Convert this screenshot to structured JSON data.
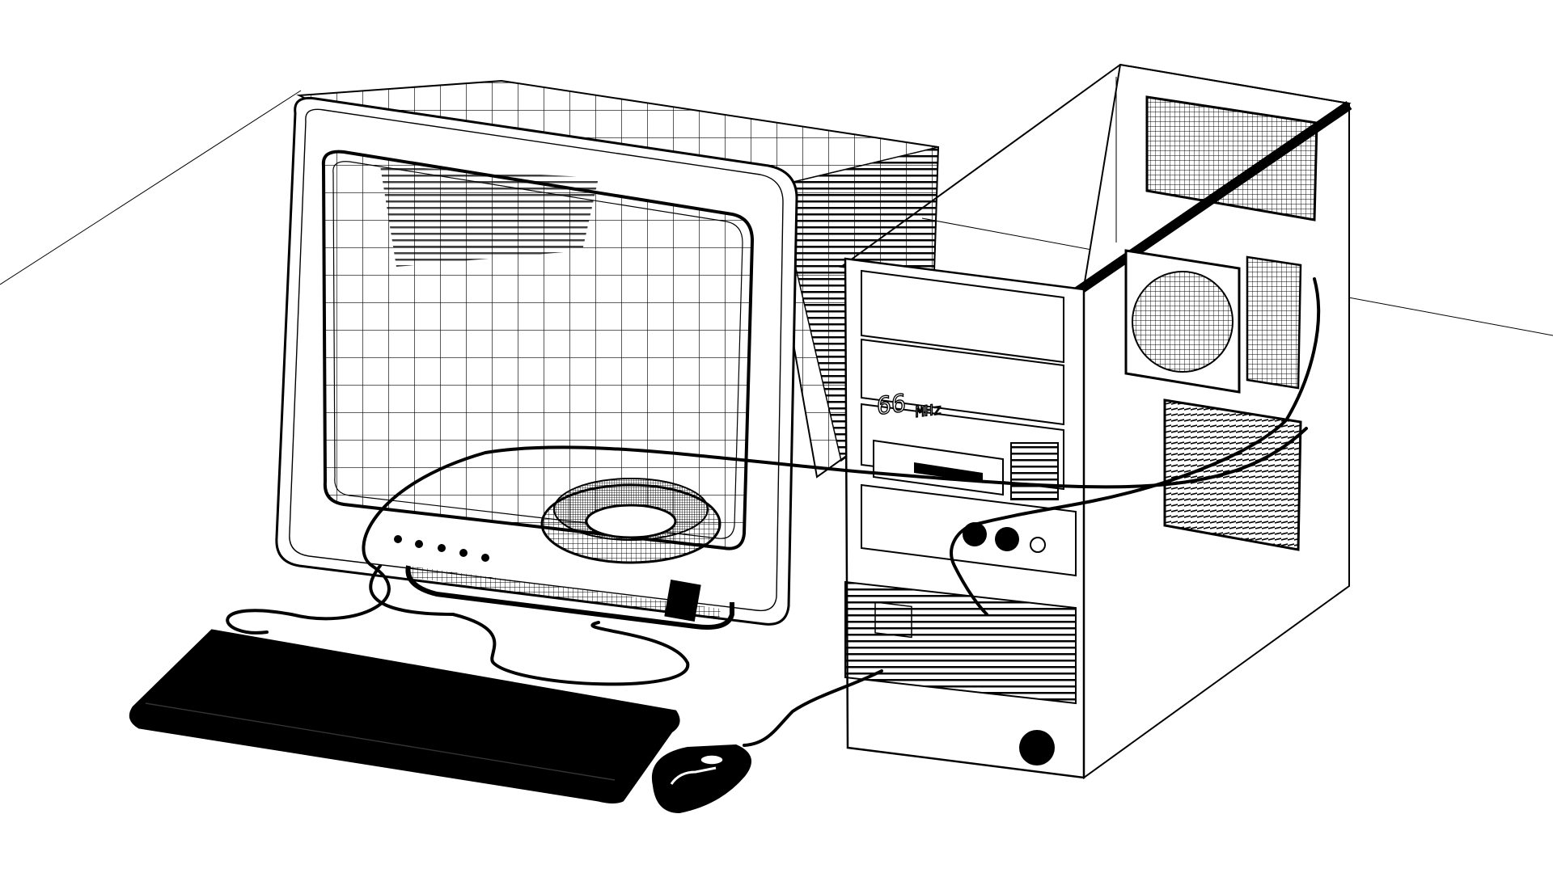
{
  "scene": {
    "objects": [
      "crt-monitor",
      "computer-tower",
      "keyboard",
      "mouse"
    ],
    "render_style": "wireframe",
    "colors": {
      "background": "#ffffff",
      "line": "#000000",
      "fill": "#000000"
    }
  },
  "tower": {
    "display_readout": "66",
    "display_unit": "MHz"
  }
}
